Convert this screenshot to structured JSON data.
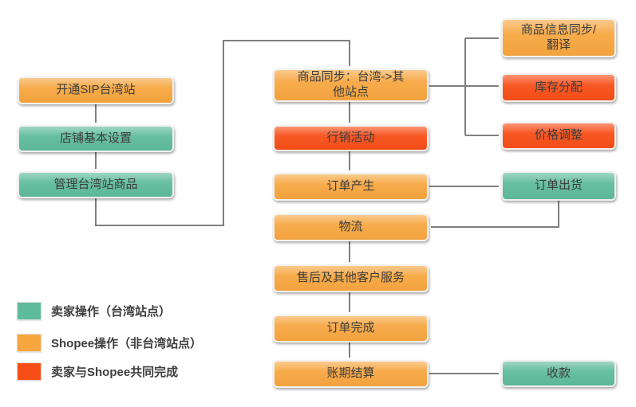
{
  "palette": {
    "seller_green": "#5EBB9B",
    "shopee_orange": "#F7A640",
    "both_red": "#F74E17",
    "arrow_gray": "#7F7F7F",
    "node_text": "#3D3D3D",
    "node_border": "#F2F1EF",
    "background": "#FFFFFF"
  },
  "nodes": {
    "open_sip": {
      "label": "开通SIP台湾站",
      "type": "shopee"
    },
    "shop_basic_setup": {
      "label": "店铺基本设置",
      "type": "seller"
    },
    "manage_tw_products": {
      "label": "管理台湾站商品",
      "type": "seller"
    },
    "product_sync": {
      "label": "商品同步：台湾->其\n他站点",
      "type": "shopee"
    },
    "marketing": {
      "label": "行销活动",
      "type": "both"
    },
    "order_created": {
      "label": "订单产生",
      "type": "shopee"
    },
    "logistics": {
      "label": "物流",
      "type": "shopee"
    },
    "after_sales": {
      "label": "售后及其他客户服务",
      "type": "shopee"
    },
    "order_completed": {
      "label": "订单完成",
      "type": "shopee"
    },
    "settlement": {
      "label": "账期结算",
      "type": "shopee"
    },
    "info_sync_translate": {
      "label": "商品信息同步/\n翻译",
      "type": "shopee"
    },
    "stock_allocation": {
      "label": "库存分配",
      "type": "both"
    },
    "price_adjustment": {
      "label": "价格调整",
      "type": "both"
    },
    "order_shipment": {
      "label": "订单出货",
      "type": "seller"
    },
    "receive_payment": {
      "label": "收款",
      "type": "seller"
    }
  },
  "legend": {
    "items": [
      {
        "label": "卖家操作（台湾站点）",
        "type": "seller"
      },
      {
        "label": "Shopee操作（非台湾站点）",
        "type": "shopee"
      },
      {
        "label": "卖家与Shopee共同完成",
        "type": "both"
      }
    ]
  }
}
